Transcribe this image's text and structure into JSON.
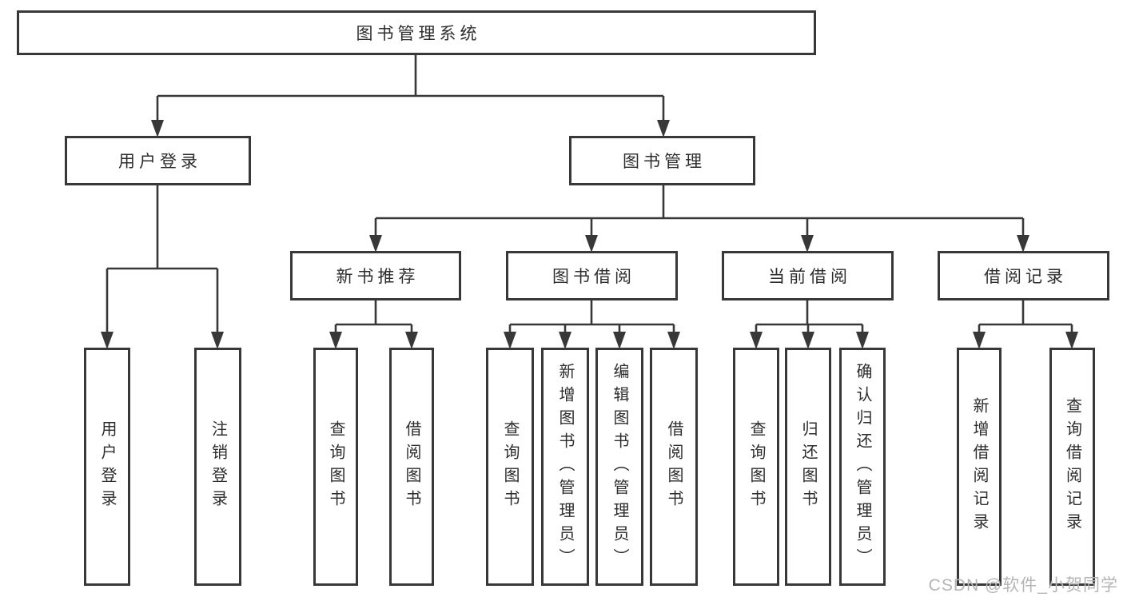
{
  "tree": {
    "root": "图书管理系统",
    "children": [
      {
        "label": "用户登录",
        "leaves": [
          "用户登录",
          "注销登录"
        ]
      },
      {
        "label": "图书管理",
        "children": [
          {
            "label": "新书推荐",
            "leaves": [
              "查询图书",
              "借阅图书"
            ]
          },
          {
            "label": "图书借阅",
            "leaves": [
              "查询图书",
              "新增图书（管理员）",
              "编辑图书（管理员）",
              "借阅图书"
            ]
          },
          {
            "label": "当前借阅",
            "leaves": [
              "查询图书",
              "归还图书",
              "确认归还（管理员）"
            ]
          },
          {
            "label": "借阅记录",
            "leaves": [
              "新增借阅记录",
              "查询借阅记录"
            ]
          }
        ]
      }
    ]
  },
  "watermark": "CSDN @软件_小贺同学",
  "colors": {
    "line": "#383838",
    "box_border": "#383838",
    "text": "#2d2d2d",
    "watermark": "#b5b5b5",
    "background": "#ffffff"
  }
}
